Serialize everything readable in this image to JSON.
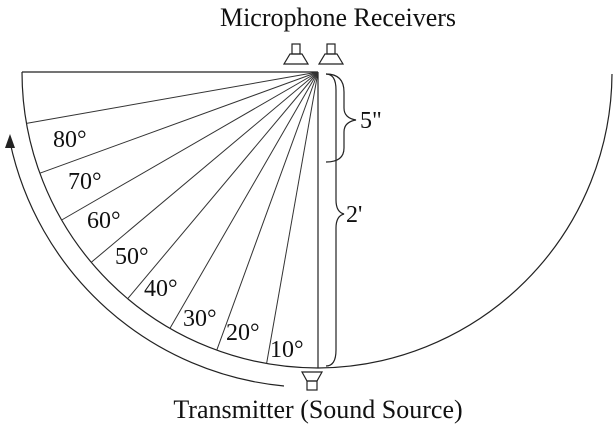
{
  "diagram": {
    "title_top": "Microphone Receivers",
    "title_bottom": "Transmitter (Sound Source)",
    "dim_small": "5\"",
    "dim_large": "2'",
    "angle_labels": [
      "80°",
      "70°",
      "60°",
      "50°",
      "40°",
      "30°",
      "20°",
      "10°"
    ]
  }
}
